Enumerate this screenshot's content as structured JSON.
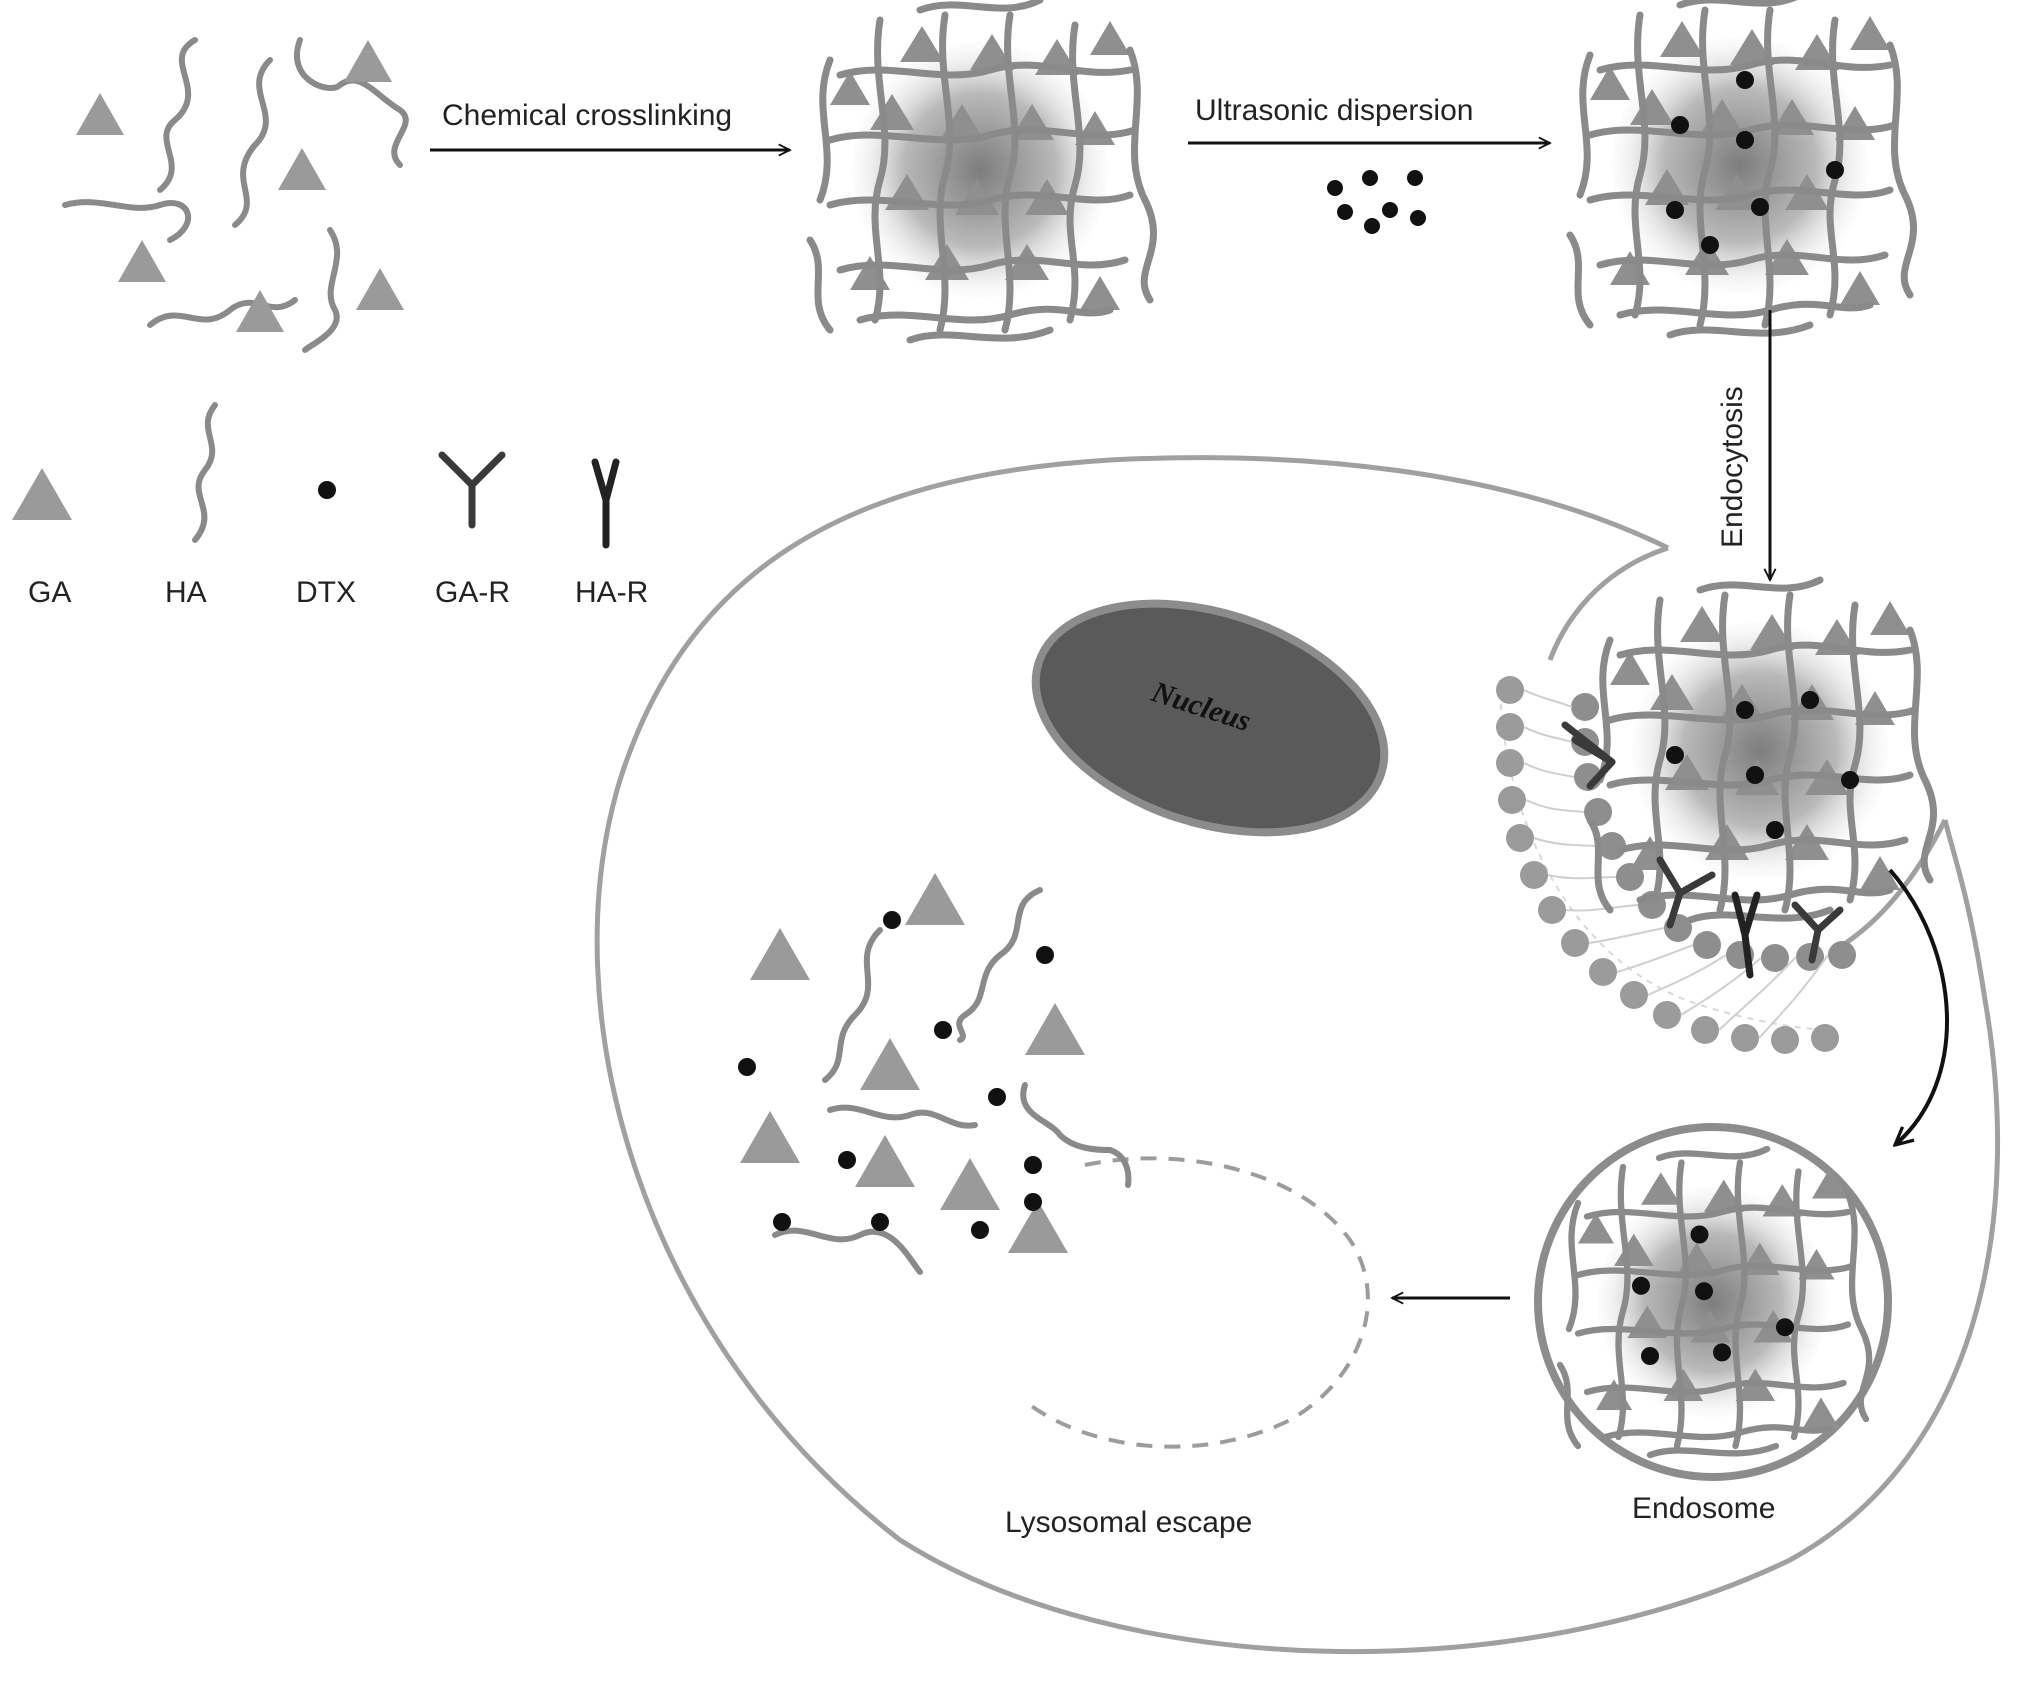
{
  "steps": {
    "chemical_crosslinking": "Chemical crosslinking",
    "ultrasonic_dispersion": "Ultrasonic dispersion",
    "endocytosis": "Endocytosis",
    "lysosomal_escape": "Lysosomal escape",
    "endosome": "Endosome"
  },
  "nucleus_label": "Nucleus",
  "legend": [
    {
      "symbol": "triangle",
      "label": "GA"
    },
    {
      "symbol": "wave",
      "label": "HA"
    },
    {
      "symbol": "dot",
      "label": "DTX"
    },
    {
      "symbol": "receptor-y",
      "label": "GA-R"
    },
    {
      "symbol": "receptor-v",
      "label": "HA-R"
    }
  ],
  "colors": {
    "polymer": "#8a8a8a",
    "triangle": "#9a9a9a",
    "drug": "#111111",
    "nucleus": "#5a5a5a",
    "membrane_head": "#9b9b9b",
    "receptor": "#3a3a3a"
  }
}
